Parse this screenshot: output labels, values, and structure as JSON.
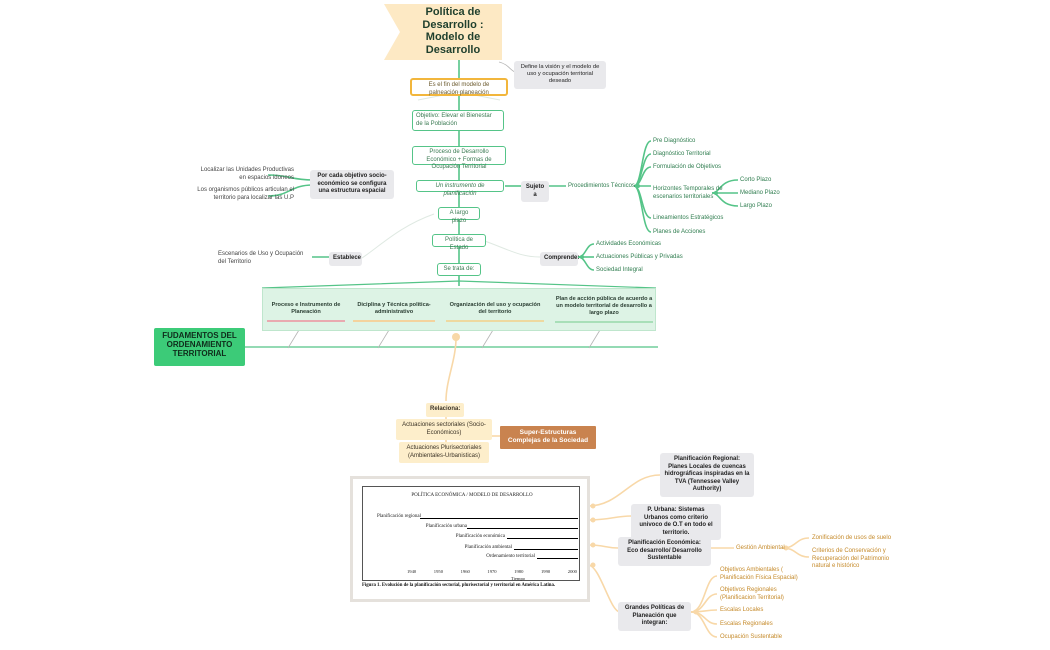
{
  "root": {
    "title": "Política de Desarrollo : Modelo de Desarrollo"
  },
  "callout": "Define la visión y el modelo de uso y ocupación territorial deseado",
  "main_nodes": {
    "fin": "Es el fin del modelo de palneación planeación",
    "objetivo": "Objetivo: Elevar el Bienestar de la Población",
    "proceso": "Proceso de Desarrollo Económico + Formas de Ocupación Territorial",
    "instrumento": "Un instrumento de planificación",
    "largo_plazo": "A largo plazo",
    "politica_estado": "Política de Estado",
    "se_trata": "Se trata de:"
  },
  "left": {
    "por_cada": "Por cada objetivo socio-económico se configura una estructura espacial",
    "localizar": "Localizar las Unidades Productivas en espacios idoneos",
    "organismos": "Los organismos públicos articulan el territorio para localizar las U.P",
    "establece": "Establece",
    "escenarios_uso": "Escenarios de Uso y Ocupación del Territorio"
  },
  "sujeto": {
    "label": "Sujeto a",
    "procedimientos": "Procedimientos Técnicos",
    "items": [
      "Pre Diagnóstico",
      "Diagnóstico Territorial",
      "Formulación de Objetivos",
      "Horizontes Temporales de escenarios territoriales",
      "Lineamientos Estratégicos",
      "Planes de Acciones"
    ],
    "plazos": [
      "Corto Plazo",
      "Mediano Plazo",
      "Largo Plazo"
    ]
  },
  "comprende": {
    "label": "Comprende:",
    "items": [
      "Actividades Económicas",
      "Actuaciones Públicas y Privadas",
      "Sociedad Integral"
    ]
  },
  "panel": {
    "items": [
      "Proceso e Instrumento de Planeación",
      "Diciplina y Técnica política-administrativo",
      "Organización del uso y ocupación del territorio",
      "Plan de acción pública de acuerdo a un modelo territorial de desarrollo a largo plazo"
    ],
    "bar_colors": [
      "#e9aab0",
      "#f4d39e",
      "#eed9a0",
      "#a8dfb8"
    ]
  },
  "fundamentos": "FUDAMENTOS DEL ORDENAMIENTO TERRITORIAL",
  "relaciona": {
    "label": "Relaciona:",
    "sectoriales": "Actuaciones sectoriales (Socio-Económicos)",
    "plurisectoriales": "Actuaciones Plurisectoriales (Ambientales-Urbanisticas)",
    "super": "Super-Estructuras Complejas de la Sociedad"
  },
  "figure": {
    "header": "POLÍTICA ECONÓMICA / MODELO DE DESARROLLO",
    "rows": [
      "Planificación regional",
      "Planificación urbana",
      "Planificación económica",
      "Planificación ambiental",
      "Ordenamiento territorial"
    ],
    "years": [
      "1940",
      "1950",
      "1960",
      "1970",
      "1980",
      "1990",
      "2000"
    ],
    "axis": "Tiempo",
    "caption": "Figura 1. Evolución de la planificación sectorial, plurisectorial y territorial en América Latina."
  },
  "right_orange": {
    "regional": "Planificación Regional: Planes Locales de cuencas hidrográficas inspiradas en la TVA (Tennessee Valley Authority)",
    "urbana": "P. Urbana: Sistemas Urbanos como criterio univoco de O.T en todo el territorio.",
    "economica": "Planificación Económica: Eco desarrollo/ Desarrollo Sustentable",
    "gestion": "Gestión Ambiental",
    "gestion_items": [
      "Zonificación de usos de suelo",
      "Criterios de Conservación y Recuperación del Patrimonio natural e histórico"
    ],
    "grandes": "Grandes Políticas de Planeación que integran:",
    "grandes_items": [
      "Objetivos Ambientales ( Planificación Física Espacial)",
      "Objetivos Regionales (Planificacion Territorial)",
      "Escalas Locales",
      "Escalas Regionales",
      "Ocupación Sustentable"
    ]
  }
}
